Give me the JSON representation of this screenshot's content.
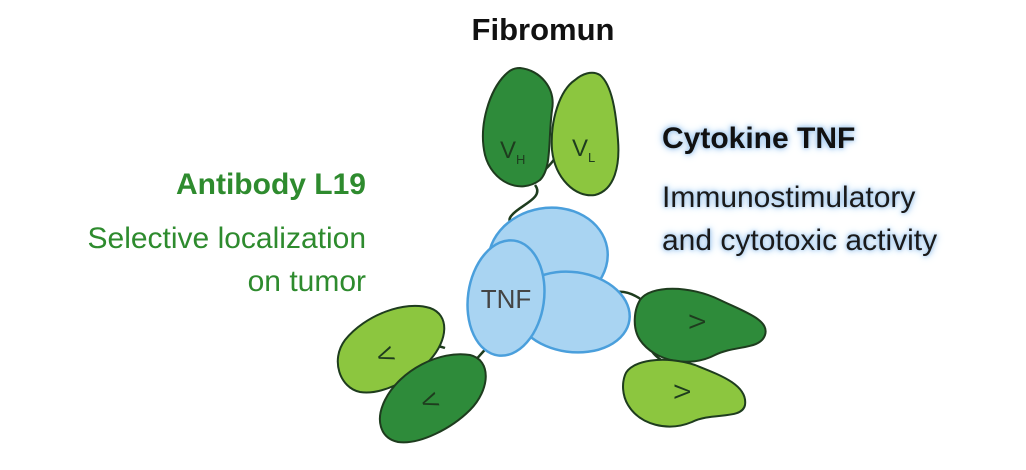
{
  "title": "Fibromun",
  "antibody": {
    "name": "Antibody L19",
    "desc_line1": "Selective localization",
    "desc_line2": "on tumor",
    "color": "#2e8b2e"
  },
  "cytokine": {
    "name": "Cytokine TNF",
    "desc_line1": "Immunostimulatory",
    "desc_line2": "and cytotoxic activity",
    "glow": "#a9cdf0"
  },
  "molecule": {
    "core_label": "TNF",
    "vh_label": "V",
    "vh_sub": "H",
    "vl_label": "V",
    "vl_sub": "L",
    "colors": {
      "tnf_fill": "#a9d4f2",
      "tnf_stroke": "#4a9fdc",
      "vh_fill": "#2e8b3a",
      "vl_fill": "#8cc63f",
      "outline": "#1e3c1e"
    }
  }
}
